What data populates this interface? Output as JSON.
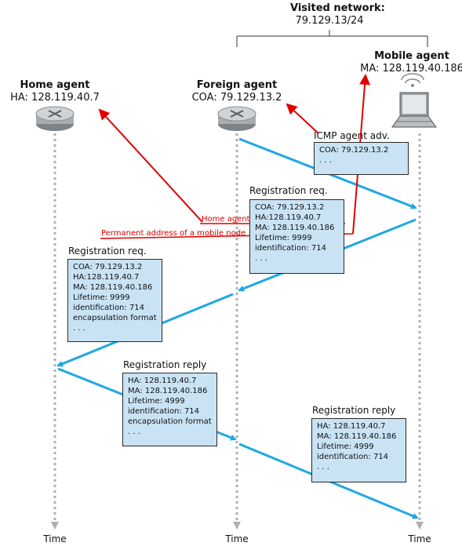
{
  "visited_network": {
    "title": "Visited network:",
    "subnet": "79.129.13/24"
  },
  "home_agent": {
    "title": "Home agent",
    "address": "HA: 128.119.40.7"
  },
  "foreign_agent": {
    "title": "Foreign agent",
    "address": "COA: 79.129.13.2"
  },
  "mobile_agent": {
    "title": "Mobile agent",
    "address": "MA: 128.119.40.186"
  },
  "messages": {
    "icmp_adv": {
      "title": "ICMP agent adv.",
      "lines": [
        "COA: 79.129.13.2",
        ". . ."
      ]
    },
    "reg_req_1": {
      "title": "Registration req.",
      "lines": [
        "COA: 79.129.13.2",
        "HA:128.119.40.7",
        "MA: 128.119.40.186",
        "Lifetime: 9999",
        "identification: 714",
        ". . ."
      ]
    },
    "reg_req_2": {
      "title": "Registration req.",
      "lines": [
        "COA: 79.129.13.2",
        "HA:128.119.40.7",
        "MA: 128.119.40.186",
        "Lifetime: 9999",
        "identification: 714",
        "encapsulation format",
        ". . ."
      ]
    },
    "reg_reply_1": {
      "title": "Registration reply",
      "lines": [
        "HA: 128.119.40.7",
        "MA: 128.119.40.186",
        "Lifetime: 4999",
        "identification: 714",
        "encapsulation format",
        ". . ."
      ]
    },
    "reg_reply_2": {
      "title": "Registration reply",
      "lines": [
        "HA: 128.119.40.7",
        "MA: 128.119.40.186",
        "Lifetime: 4999",
        "identification: 714",
        ". . ."
      ]
    }
  },
  "annotations": {
    "home_agent": "Home agent",
    "permanent_address": "Permanent address of a mobile node"
  },
  "time_labels": [
    "Time",
    "Time",
    "Time"
  ],
  "colors": {
    "message_arrow": "#1ea7e4",
    "box_fill": "#c9e3f5",
    "annotation": "#e00000",
    "timeline": "#b0b0b0"
  }
}
